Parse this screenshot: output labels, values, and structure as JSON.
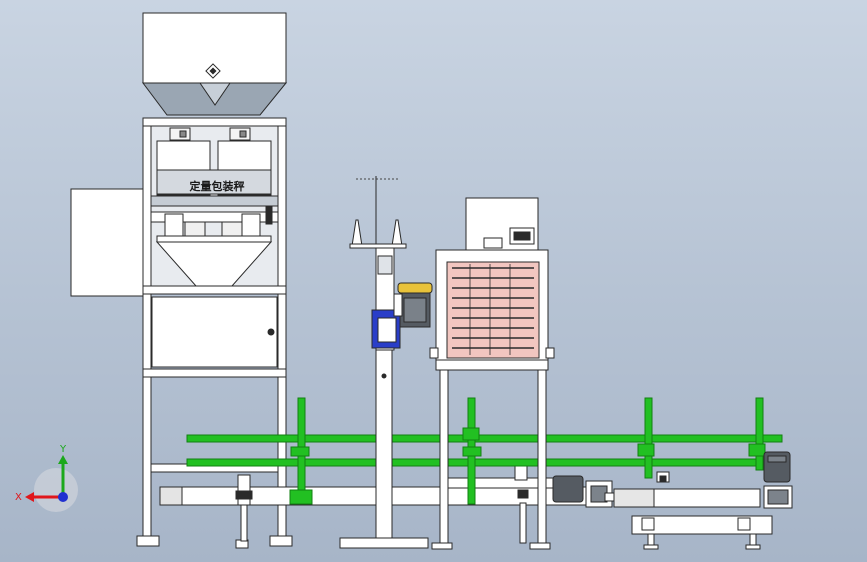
{
  "machine": {
    "scale_label": "定量包装秤"
  },
  "axis_triad": {
    "x_label": "X",
    "y_label": "Y",
    "x_color": "#e0161b",
    "y_color": "#1ba81b",
    "z_color": "#2030d0"
  },
  "colors": {
    "frame": "#ffffff",
    "outline": "#2a2a2a",
    "conveyor_green": "#22c022",
    "motor_dark": "#444a50",
    "dust_filter_panel": "#f2c6c0",
    "drive_blue": "#2a3ec8",
    "drive_yellow": "#e8c23a"
  }
}
